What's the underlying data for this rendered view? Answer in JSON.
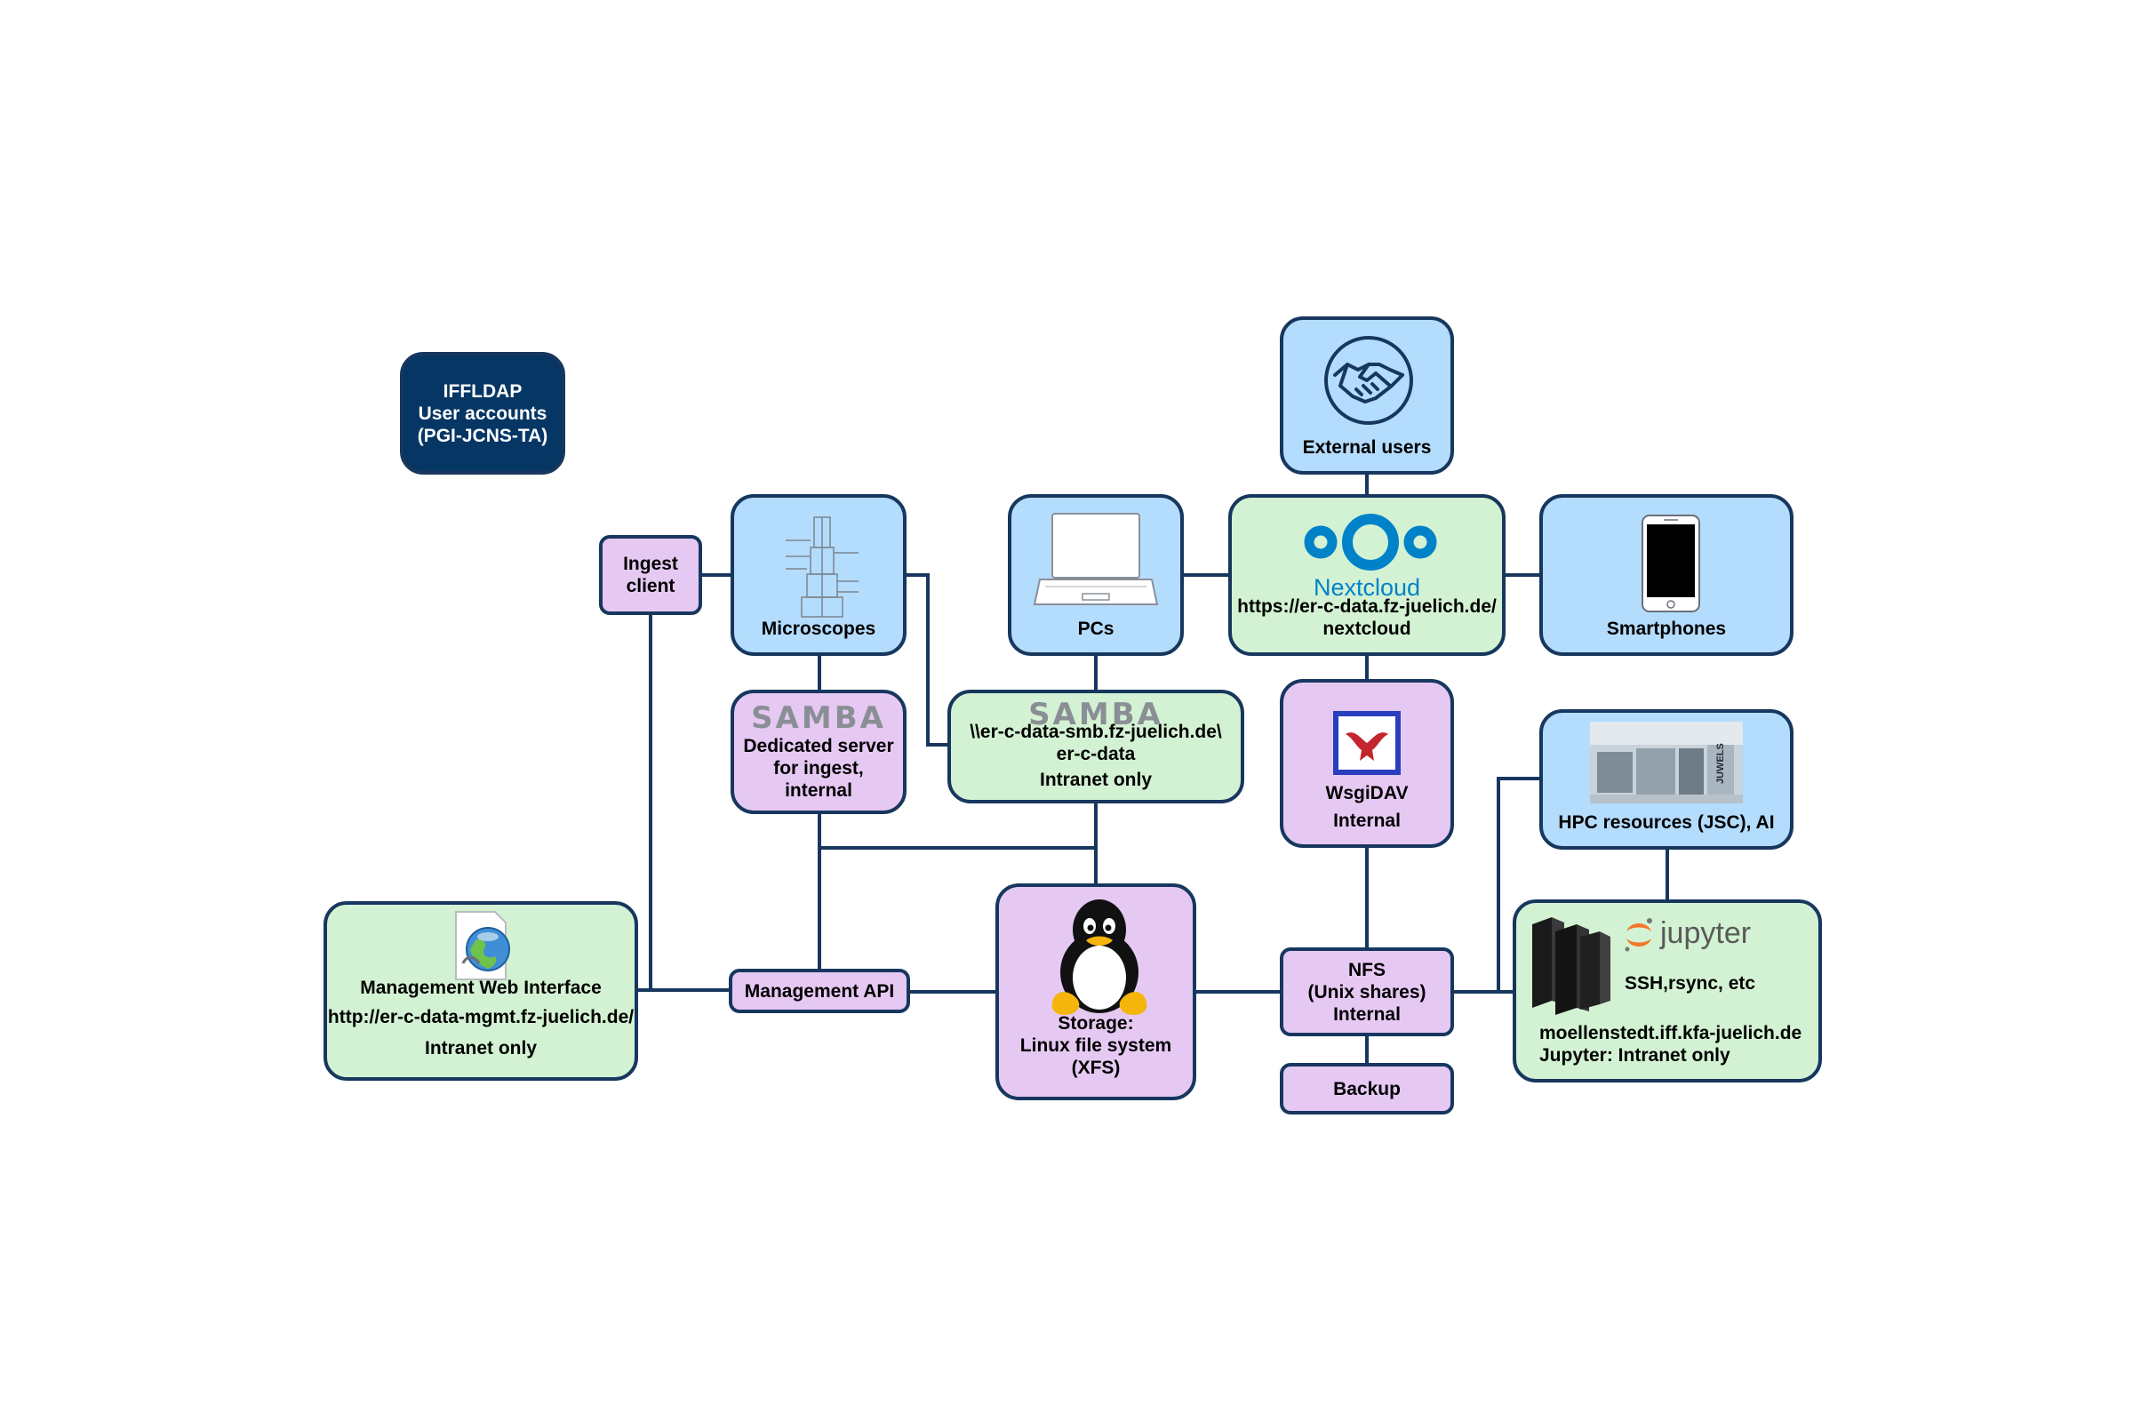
{
  "ldap": {
    "lines": [
      "IFFLDAP",
      "User accounts",
      "(PGI-JCNS-TA)"
    ]
  },
  "external_users": {
    "label": "External users"
  },
  "ingest_client": {
    "lines": [
      "Ingest",
      "client"
    ]
  },
  "microscopes": {
    "label": "Microscopes"
  },
  "pcs": {
    "label": "PCs"
  },
  "nextcloud": {
    "logo_text": "Nextcloud",
    "lines": [
      "https://er-c-data.fz-juelich.de/",
      "nextcloud"
    ]
  },
  "smartphones": {
    "label": "Smartphones"
  },
  "samba_ingest": {
    "logo_text": "SAMBA",
    "lines": [
      "Dedicated server",
      "for ingest,",
      "internal"
    ]
  },
  "samba_share": {
    "logo_text": "SAMBA",
    "lines": [
      "\\\\er-c-data-smb.fz-juelich.de\\",
      "er-c-data",
      "Intranet only"
    ]
  },
  "wsgidav": {
    "lines": [
      "WsgiDAV",
      "Internal"
    ]
  },
  "hpc": {
    "label": "HPC resources (JSC), AI",
    "logo_text": "JUWELS"
  },
  "mgmt_web": {
    "lines": [
      "Management Web Interface",
      "http://er-c-data-mgmt.fz-juelich.de/",
      "Intranet only"
    ]
  },
  "mgmt_api": {
    "label": "Management API"
  },
  "storage": {
    "lines": [
      "Storage:",
      "Linux file system",
      "(XFS)"
    ]
  },
  "nfs": {
    "lines": [
      "NFS",
      "(Unix shares)",
      "Internal"
    ]
  },
  "backup": {
    "label": "Backup"
  },
  "jupyter": {
    "logo_text": "jupyter",
    "ssh_label": "SSH,rsync, etc",
    "lines": [
      "moellenstedt.iff.kfa-juelich.de",
      "Jupyter: Intranet only"
    ]
  },
  "colors": {
    "blue": "#b4dcfd",
    "green": "#d3f2d3",
    "purple": "#e6c9f3",
    "dark": "#053664",
    "border": "#17375e",
    "nextcloud_blue": "#0082c9",
    "jupyter_orange": "#f37726"
  }
}
